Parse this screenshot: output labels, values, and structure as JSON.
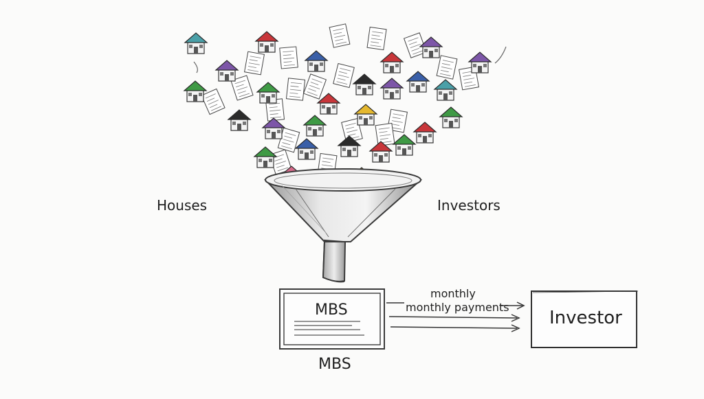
{
  "labels": {
    "houses": "Houses",
    "investors": "Investors",
    "mbs_box": "MBS",
    "mbs_below": "MBS",
    "monthly": "monthly",
    "monthly_payments": "monthly payments",
    "investor_box": "Investor"
  },
  "palette": {
    "ink": "#3a3a3a",
    "house_red": "#c8363a",
    "house_blue": "#3a5fa8",
    "house_green": "#3f9a45",
    "house_purple": "#7d56a8",
    "house_teal": "#4aa0a8",
    "house_yellow": "#e5b82e",
    "house_pink": "#d66a8a",
    "house_black": "#2b2b2b"
  },
  "icons": {
    "house": "house-icon",
    "document": "document-icon",
    "funnel": "funnel-icon",
    "arrow": "arrow-right-icon"
  }
}
